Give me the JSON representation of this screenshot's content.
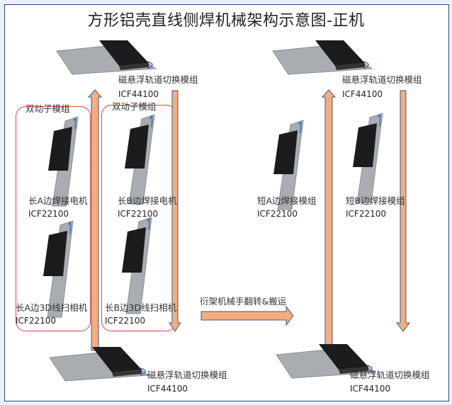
{
  "title": "方形铝壳直线侧焊机械架构示意图-正机",
  "switch_modules": [
    {
      "label": "磁悬浮轨道切换模组",
      "model": "ICF44100"
    },
    {
      "label": "磁悬浮轨道切换模组",
      "model": "ICF44100"
    },
    {
      "label": "磁悬浮轨道切换模组",
      "model": "ICF44100"
    },
    {
      "label": "磁悬浮轨道切换模组",
      "model": "ICF44100"
    }
  ],
  "dual_mover_groups": [
    {
      "label": "双动子模组"
    },
    {
      "label": "双动子模组"
    }
  ],
  "welding_modules": [
    {
      "label": "长A边焊接电机",
      "model": "ICF22100"
    },
    {
      "label": "长B边焊接电机",
      "model": "ICF22100"
    },
    {
      "label": "短A边焊接模组",
      "model": "ICF22100"
    },
    {
      "label": "短B边焊接模组",
      "model": "ICF22100"
    }
  ],
  "camera_modules": [
    {
      "label": "长A边3D线扫相机",
      "model": "ICF22100"
    },
    {
      "label": "长B边3D线扫相机",
      "model": "ICF22100"
    }
  ],
  "transfer": {
    "label": "衍架机械手翻转&搬运"
  },
  "colors": {
    "arrow_fill": "#f4ad7c",
    "arrow_stroke": "#3b5a8a",
    "group_border": "#f03a3a",
    "frame_border": "#2c4a7a"
  }
}
